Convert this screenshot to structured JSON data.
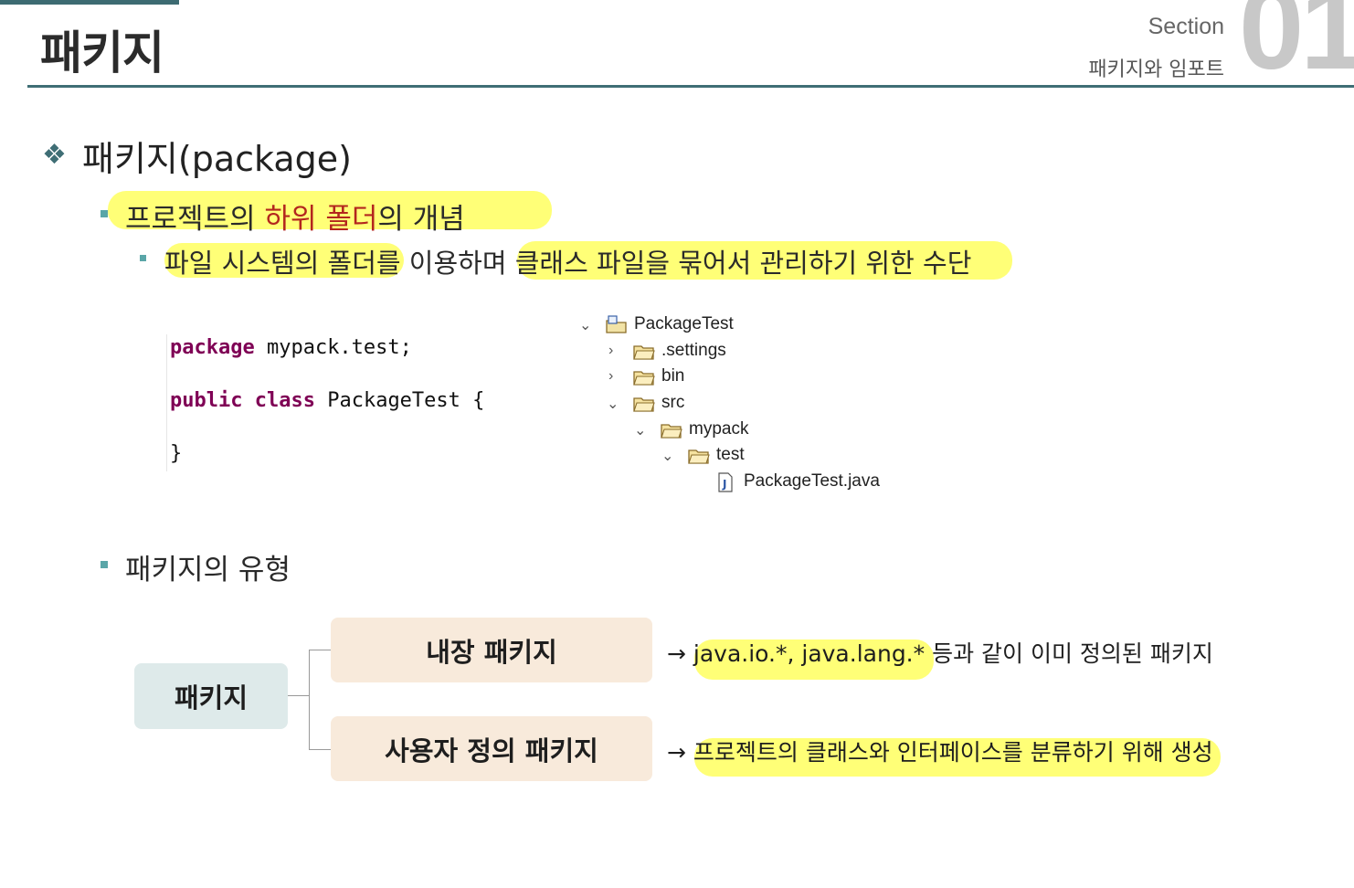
{
  "header": {
    "title": "패키지",
    "section_label": "Section",
    "section_subtitle": "패키지와 임포트",
    "section_number": "01"
  },
  "main": {
    "heading": "패키지(package)",
    "bullet1": {
      "part1": "프로젝트의 ",
      "part2_emphasis": "하위 폴더",
      "part3": "의 개념"
    },
    "bullet1_sub": {
      "part1": "파일 시스템의 폴더를 이용하며 ",
      "part2": "클래스 파일을 묶어서 관리하기 위한 수단"
    },
    "code_lines": {
      "line1_kw": "package",
      "line1_rest": " mypack.test;",
      "line2_kw1": "public",
      "line2_kw2": "class",
      "line2_rest": " PackageTest {",
      "line3": "}"
    },
    "tree": [
      {
        "label": "PackageTest",
        "icon": "project-folder-icon",
        "expanded": true
      },
      {
        "label": ".settings",
        "icon": "folder-icon",
        "expanded": false
      },
      {
        "label": "bin",
        "icon": "folder-icon",
        "expanded": false
      },
      {
        "label": "src",
        "icon": "folder-icon",
        "expanded": true
      },
      {
        "label": "mypack",
        "icon": "folder-icon",
        "expanded": true
      },
      {
        "label": "test",
        "icon": "folder-icon",
        "expanded": true
      },
      {
        "label": "PackageTest.java",
        "icon": "java-file-icon",
        "expanded": null
      }
    ],
    "bullet2": "패키지의 유형",
    "diagram": {
      "root": "패키지",
      "builtin": "내장 패키지",
      "user_defined": "사용자 정의 패키지",
      "builtin_desc_a": "java.io.*, java.lang.*",
      "builtin_desc_b": " 등과 같이 이미 정의된 패키지",
      "user_desc": "프로젝트의 클래스와 인터페이스를 분류하기 위해 생성",
      "arrow": "→"
    }
  },
  "colors": {
    "accent": "#3f6e75",
    "highlight": "#ffff77",
    "emphasis": "#b3261e",
    "bullet": "#5aa6a8",
    "root_box": "#deeaea",
    "type_box": "#f8eadb",
    "keyword": "#7f0055"
  }
}
